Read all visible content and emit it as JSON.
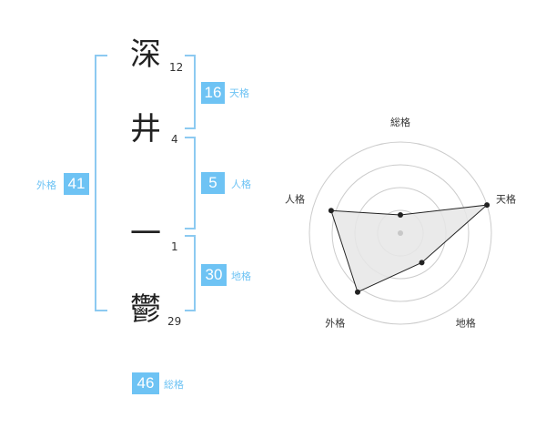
{
  "name": {
    "chars": [
      {
        "char": "深",
        "strokes": "12"
      },
      {
        "char": "井",
        "strokes": "4"
      },
      {
        "char": "一",
        "strokes": "1"
      },
      {
        "char": "鬱",
        "strokes": "29"
      }
    ]
  },
  "kaku": {
    "tenkaku": {
      "value": "16",
      "label": "天格"
    },
    "jinkaku": {
      "value": "5",
      "label": "人格"
    },
    "chikaku": {
      "value": "30",
      "label": "地格"
    },
    "gaikaku": {
      "value": "41",
      "label": "外格"
    },
    "soukaku": {
      "value": "46",
      "label": "総格"
    }
  },
  "chart_data": {
    "type": "radar",
    "axes": [
      "総格",
      "天格",
      "地格",
      "外格",
      "人格"
    ],
    "values": [
      1,
      5,
      2,
      4,
      4
    ],
    "range": [
      0,
      5
    ],
    "rings": 4,
    "fill": "#e6e6e6",
    "line_color": "#222222",
    "ring_color": "#cccccc"
  },
  "colors": {
    "accent": "#6ec3f4"
  }
}
